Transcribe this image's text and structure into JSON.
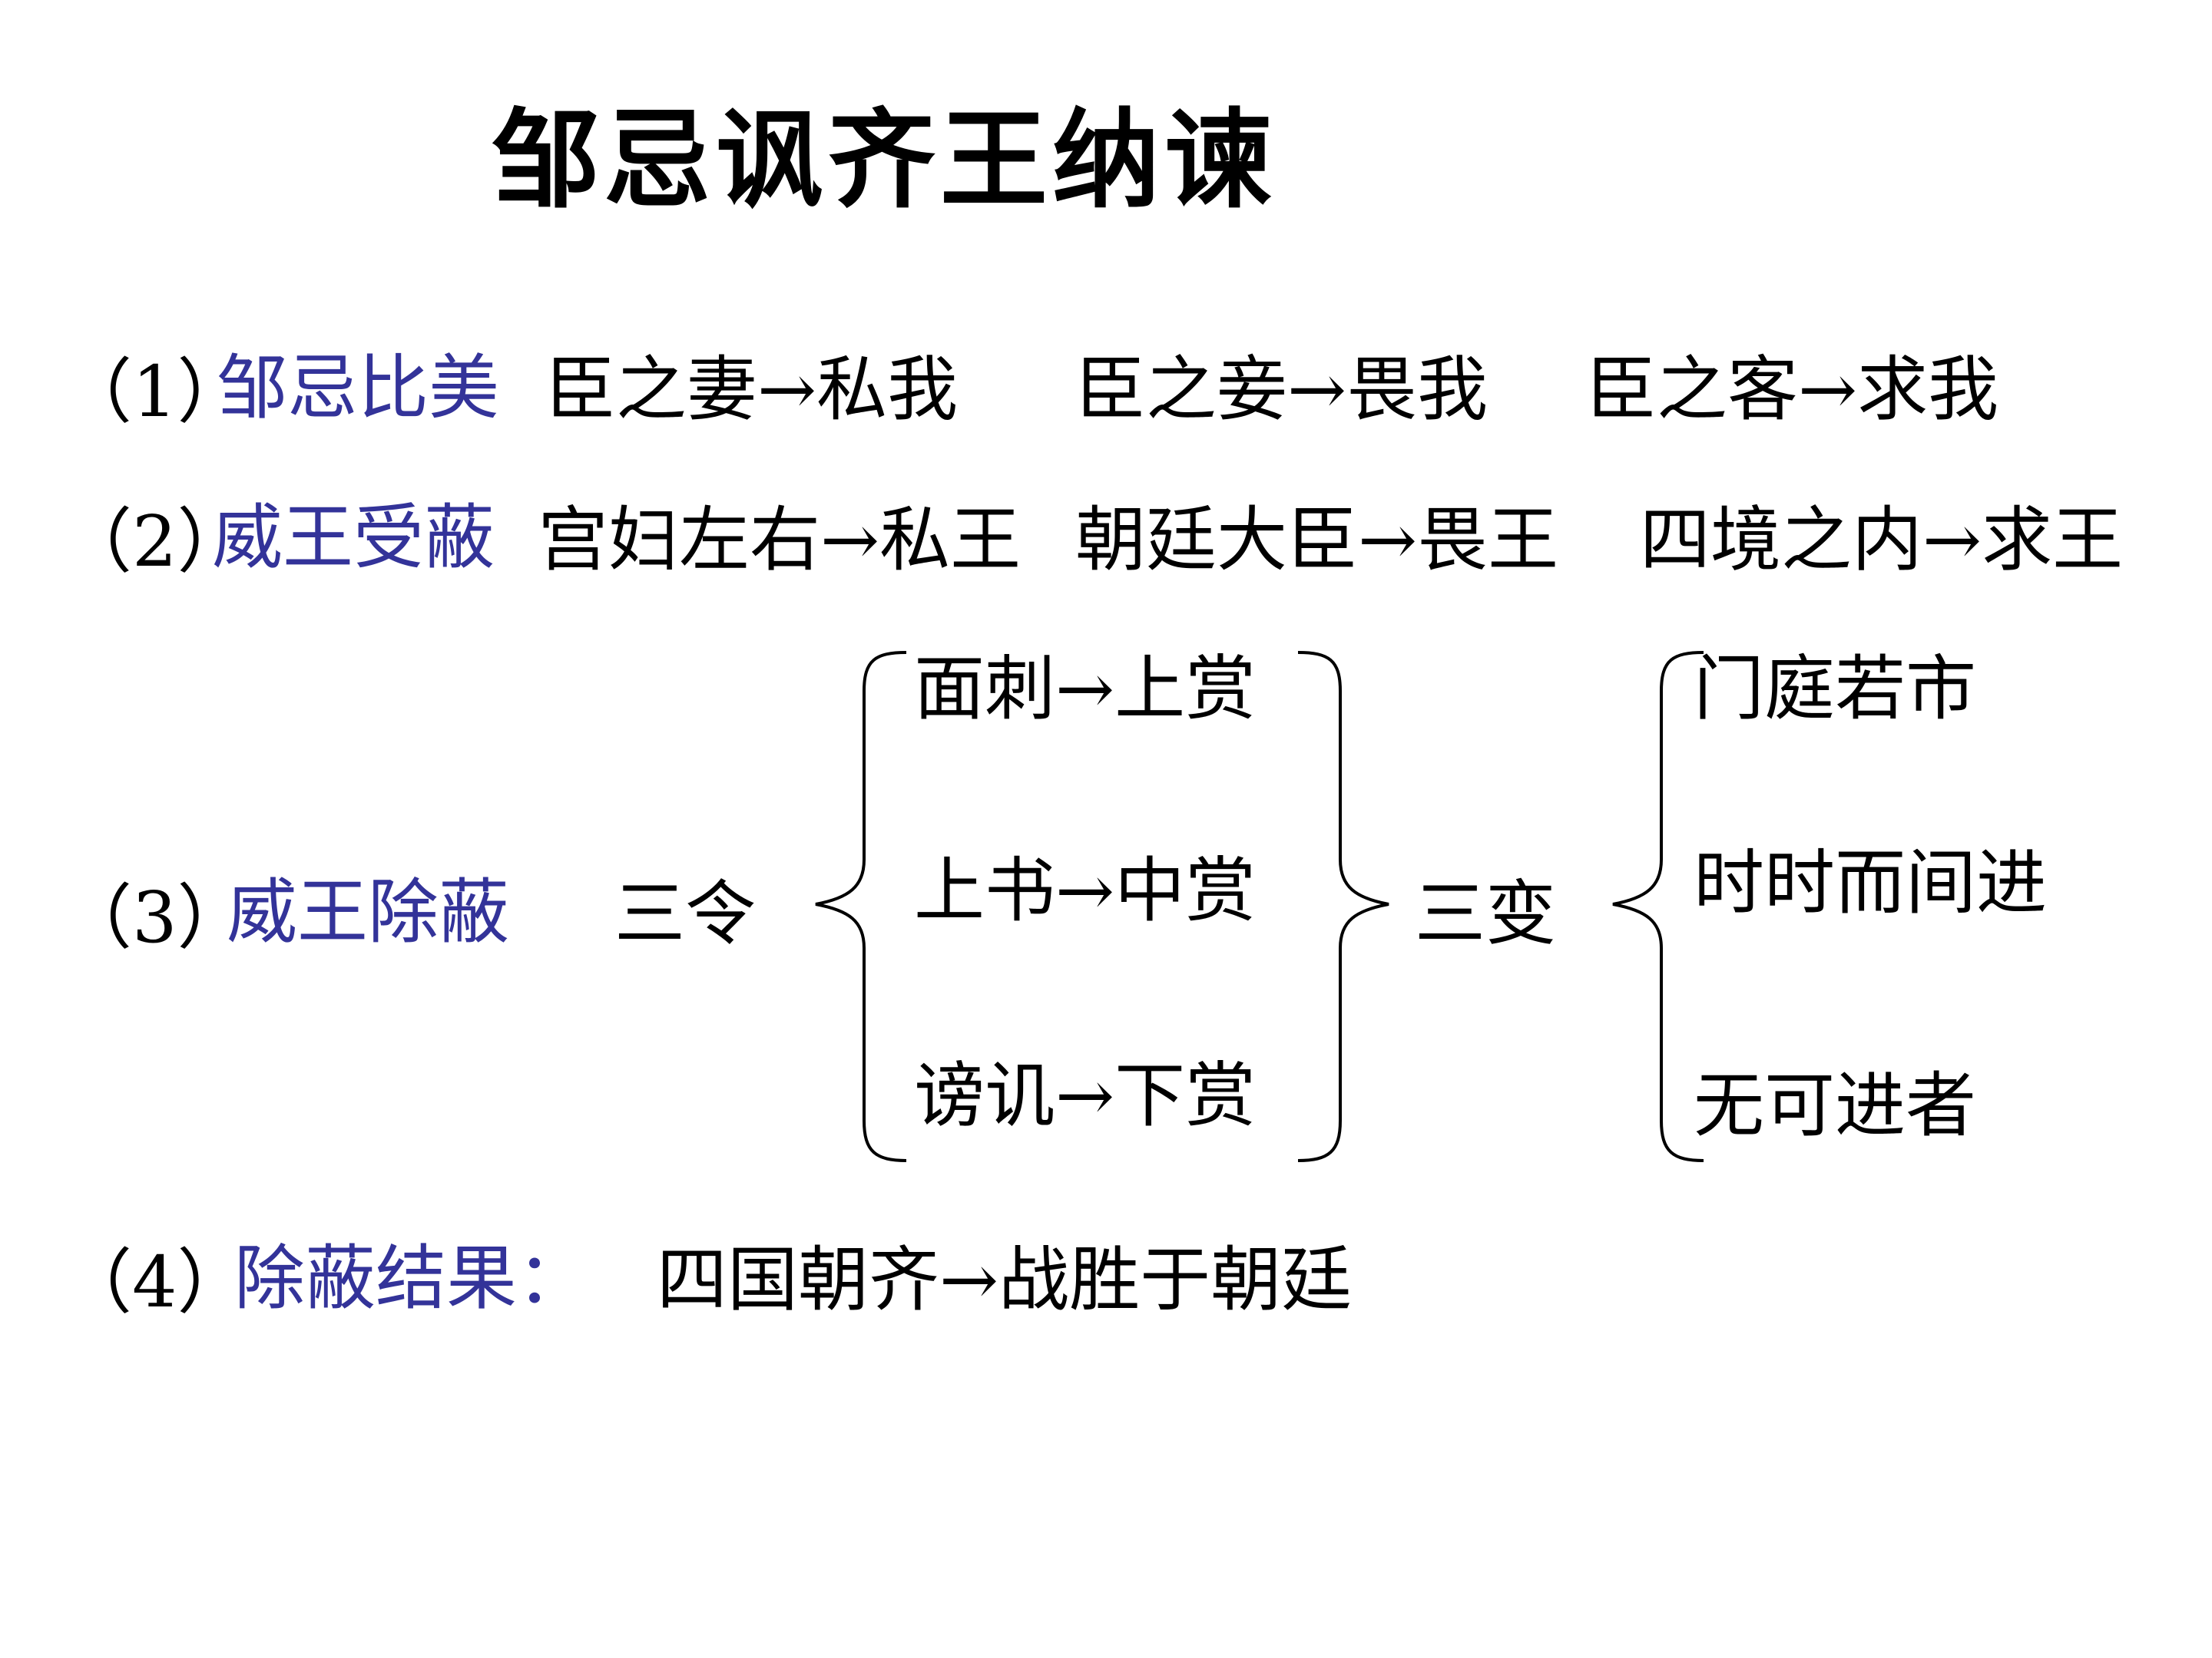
{
  "title": "邹忌讽齐王纳谏",
  "colors": {
    "accent": "#333399",
    "text": "#000000"
  },
  "rows": [
    {
      "number": "（1）",
      "heading": "邹忌比美",
      "items": [
        "臣之妻→私我",
        "臣之妾→畏我",
        "臣之客→求我"
      ]
    },
    {
      "number": "（2）",
      "heading": "威王受蔽",
      "items": [
        "宫妇左右→私王",
        "朝廷大臣→畏王",
        "四境之内→求王"
      ]
    },
    {
      "number": "（3）",
      "heading": "威王除蔽",
      "left_label": "三令",
      "orders": [
        "面刺→上赏",
        "上书→中赏",
        "谤讥→下赏"
      ],
      "middle_label": "三变",
      "changes": [
        "门庭若市",
        "时时而间进",
        "无可进者"
      ]
    },
    {
      "number": "（4）",
      "heading": "除蔽结果：",
      "result": "四国朝齐→战胜于朝廷"
    }
  ]
}
